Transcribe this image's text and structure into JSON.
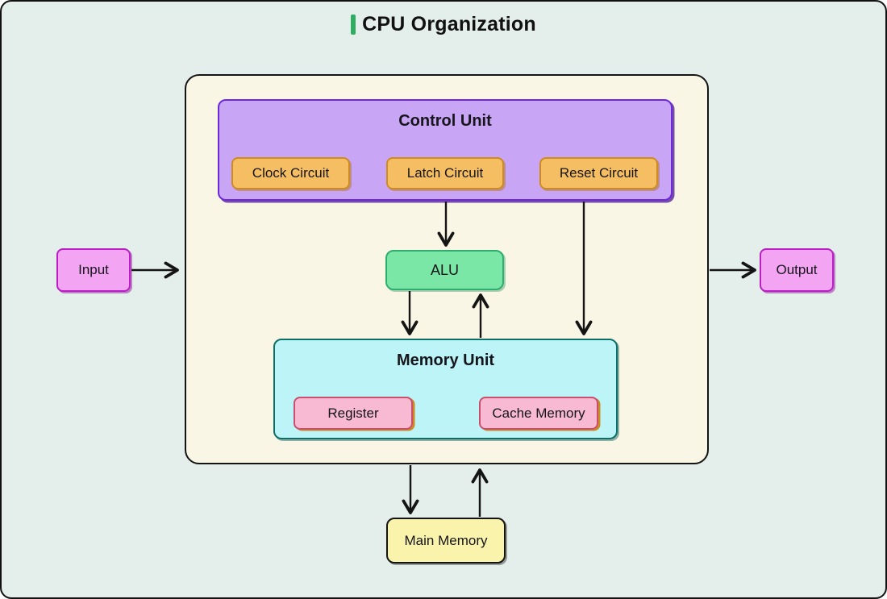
{
  "title": {
    "text": "CPU Organization"
  },
  "colors": {
    "background": "#e4eeea",
    "canvas_border": "#111111",
    "title_accent_green": "#2fae62",
    "cpu_box_fill": "#faf6e6",
    "cpu_box_border": "#141414",
    "control_unit_fill": "#c9a5f6",
    "control_unit_border": "#6d28d9",
    "circuit_fill": "#f6be62",
    "circuit_border": "#ce8c1f",
    "alu_fill": "#7be7a7",
    "alu_border": "#2eae6e",
    "memory_unit_fill": "#bdf4f8",
    "memory_unit_border": "#0e6f68",
    "memory_child_fill": "#f8b9d2",
    "memory_child_border": "#c8506e",
    "io_fill": "#f3a4f3",
    "io_border": "#b81fc4",
    "main_memory_fill": "#faf3ac",
    "main_memory_border": "#141414",
    "arrow": "#141414"
  },
  "diagram": {
    "control_unit": {
      "label": "Control Unit",
      "circuits": [
        {
          "label": "Clock Circuit"
        },
        {
          "label": "Latch Circuit"
        },
        {
          "label": "Reset Circuit"
        }
      ]
    },
    "alu": {
      "label": "ALU"
    },
    "memory_unit": {
      "label": "Memory Unit",
      "children": [
        {
          "label": "Register"
        },
        {
          "label": "Cache Memory"
        }
      ]
    },
    "input": {
      "label": "Input"
    },
    "output": {
      "label": "Output"
    },
    "main_memory": {
      "label": "Main Memory"
    },
    "edges": [
      {
        "from": "Input",
        "to": "CPU container",
        "direction": "right"
      },
      {
        "from": "CPU container",
        "to": "Output",
        "direction": "right"
      },
      {
        "from": "Control Unit (below Latch Circuit)",
        "to": "ALU",
        "direction": "down"
      },
      {
        "from": "Control Unit (below Reset Circuit)",
        "to": "Memory Unit",
        "direction": "down"
      },
      {
        "from": "ALU",
        "to": "Memory Unit",
        "direction": "down"
      },
      {
        "from": "Memory Unit",
        "to": "ALU",
        "direction": "up"
      },
      {
        "from": "CPU container",
        "to": "Main Memory",
        "direction": "down"
      },
      {
        "from": "Main Memory",
        "to": "CPU container",
        "direction": "up"
      }
    ]
  }
}
